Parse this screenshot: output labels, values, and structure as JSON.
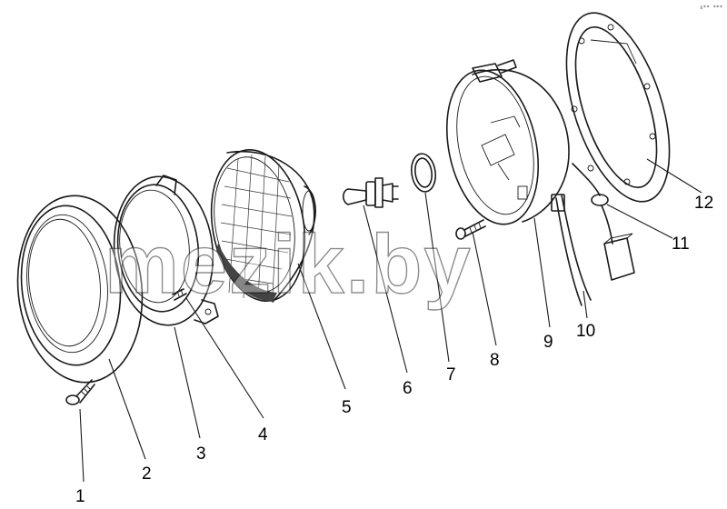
{
  "diagram": {
    "labels": [
      "1",
      "2",
      "3",
      "4",
      "5",
      "6",
      "7",
      "8",
      "9",
      "10",
      "11",
      "12"
    ],
    "watermark": "mezik.by",
    "corner_mark": "s** ***"
  }
}
